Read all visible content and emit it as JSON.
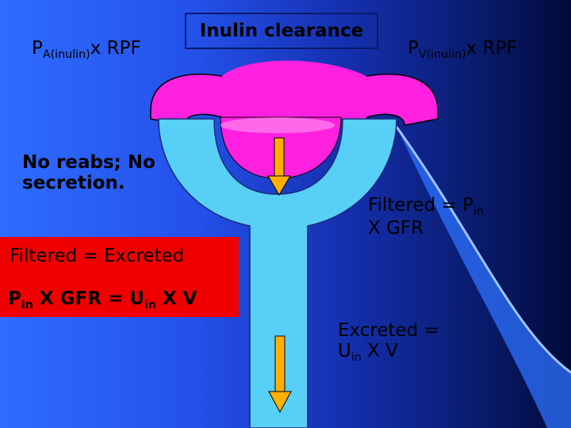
{
  "title": "Inulin clearance",
  "pa_label": {
    "main": "P",
    "sub": "A(inulin)",
    "suffix": "x RPF"
  },
  "pv_label": {
    "main": "P",
    "sub": "V(inulin)",
    "suffix": "x RPF"
  },
  "no_reabs": {
    "line1": "No reabs; No",
    "line2": "secretion."
  },
  "filtered": {
    "line1": "Filtered = P",
    "sub": "in",
    "line2": "X GFR"
  },
  "excreted": {
    "line1": "Excreted =",
    "main": "U",
    "sub": "in",
    "suffix": " X V"
  },
  "equation1": "Filtered = Excreted",
  "equation2": {
    "p": "P",
    "p_sub": "in",
    "mid": " X GFR = U",
    "u_sub": "in",
    "end": " X V"
  },
  "colors": {
    "vessel": "#ff20e0",
    "tubule": "#58cff6",
    "arrow": "#ffb000",
    "box": "#f00000"
  }
}
